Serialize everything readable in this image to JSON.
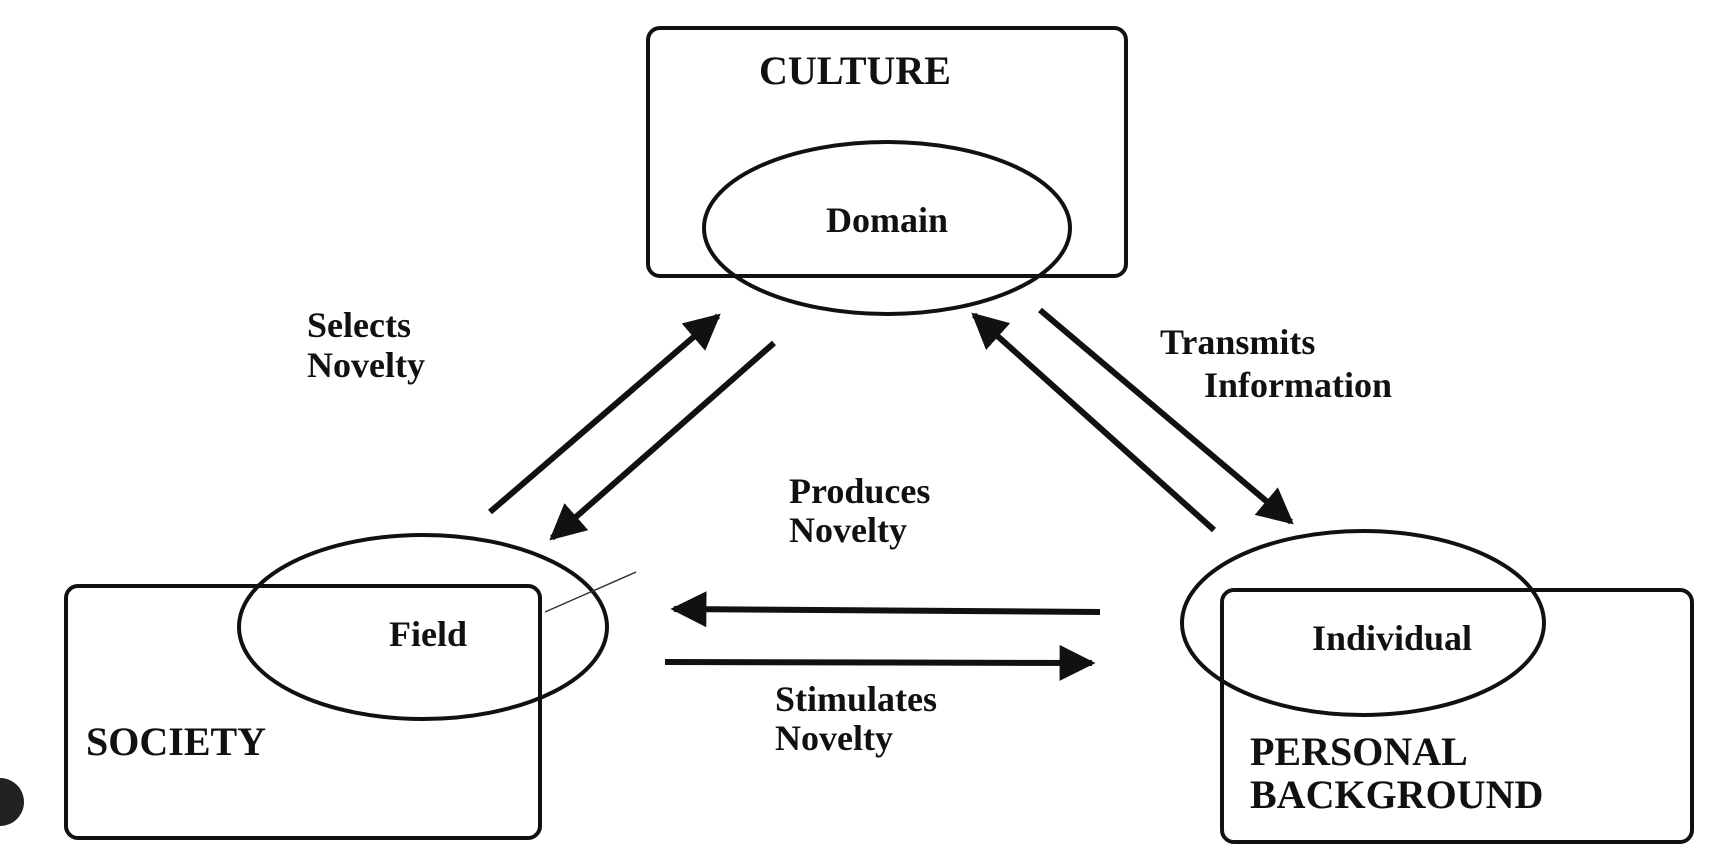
{
  "nodes": {
    "culture": {
      "label": "CULTURE",
      "inner": "Domain"
    },
    "society": {
      "label": "SOCIETY",
      "inner": "Field"
    },
    "personal": {
      "label_line1": "PERSONAL",
      "label_line2": "BACKGROUND",
      "inner": "Individual"
    }
  },
  "edges": {
    "selects": {
      "line1": "Selects",
      "line2": "Novelty"
    },
    "transmits": {
      "line1": "Transmits",
      "line2": "Information"
    },
    "produces": {
      "line1": "Produces",
      "line2": "Novelty"
    },
    "stimulates": {
      "line1": "Stimulates",
      "line2": "Novelty"
    }
  },
  "colors": {
    "ink": "#111111",
    "background": "#ffffff"
  },
  "icons": {
    "edge_indicator": "dark-circle-icon"
  }
}
